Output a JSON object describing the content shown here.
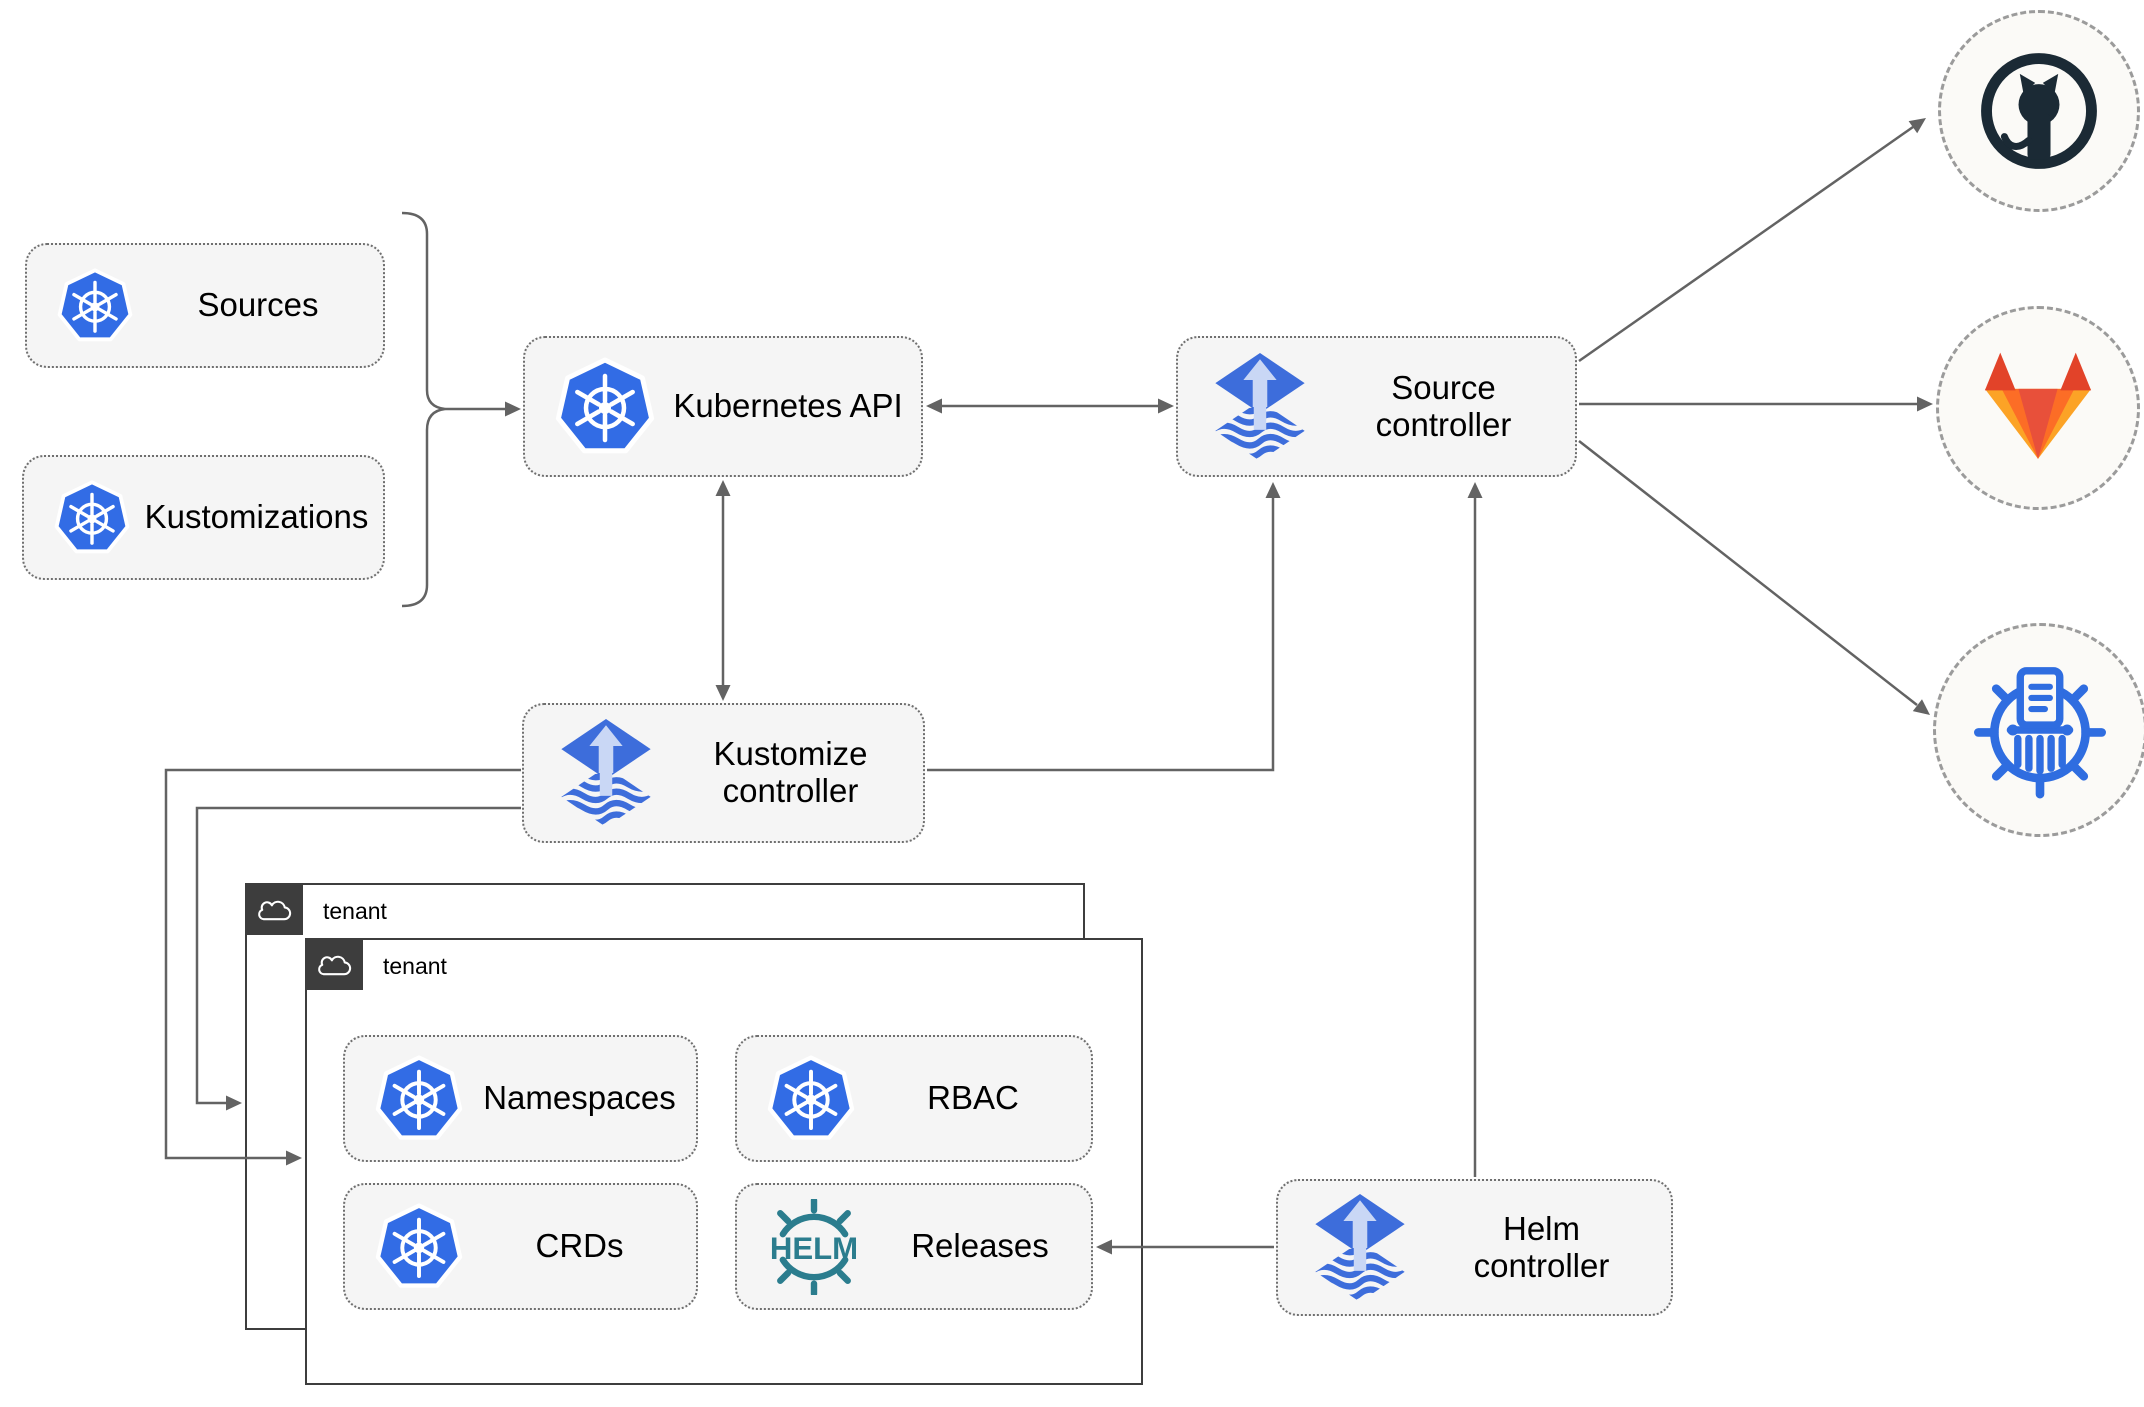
{
  "nodes": {
    "sources": {
      "label": "Sources"
    },
    "kustomizations": {
      "label": "Kustomizations"
    },
    "kubernetes_api": {
      "label": "Kubernetes API"
    },
    "source_controller": {
      "label": "Source controller"
    },
    "kustomize_controller": {
      "label": "Kustomize controller"
    },
    "helm_controller": {
      "label": "Helm controller"
    },
    "namespaces": {
      "label": "Namespaces"
    },
    "rbac": {
      "label": "RBAC"
    },
    "crds": {
      "label": "CRDs"
    },
    "releases": {
      "label": "Releases"
    }
  },
  "tenants": {
    "back": {
      "label": "tenant"
    },
    "front": {
      "label": "tenant"
    }
  },
  "remotes": {
    "github": {
      "icon": "github-octocat"
    },
    "gitlab": {
      "icon": "gitlab-tanuki"
    },
    "chart_repository": {
      "icon": "chartmuseum-wheel"
    }
  },
  "icon_text": {
    "helm": "HELM"
  },
  "edges": [
    {
      "from": "sources-and-kustomizations",
      "to": "kubernetes-api",
      "arrow": "single"
    },
    {
      "from": "kubernetes-api",
      "to": "source-controller",
      "arrow": "double"
    },
    {
      "from": "kubernetes-api",
      "to": "kustomize-controller",
      "arrow": "double"
    },
    {
      "from": "kustomize-controller",
      "to": "source-controller",
      "arrow": "single"
    },
    {
      "from": "helm-controller",
      "to": "source-controller",
      "arrow": "single"
    },
    {
      "from": "source-controller",
      "to": "github",
      "arrow": "single"
    },
    {
      "from": "source-controller",
      "to": "gitlab",
      "arrow": "single"
    },
    {
      "from": "source-controller",
      "to": "chart-repository",
      "arrow": "single"
    },
    {
      "from": "kustomize-controller",
      "to": "tenant-front",
      "arrow": "single"
    },
    {
      "from": "kustomize-controller",
      "to": "tenant-back",
      "arrow": "single"
    },
    {
      "from": "helm-controller",
      "to": "releases",
      "arrow": "single"
    }
  ],
  "colors": {
    "kubernetes_blue": "#326ce5",
    "flux_blue": "#3d6ddb",
    "flux_arrow_light": "#c9d7f5",
    "helm_teal": "#2b7d8e",
    "github_dark": "#1b2a35",
    "gitlab_red": "#e24329",
    "gitlab_orange": "#fc6d26",
    "gitlab_light_orange": "#fca326",
    "chartmuseum_blue": "#2f6de0",
    "connector_gray": "#636363",
    "node_fill": "#f5f5f5",
    "tenant_header": "#3d3d3d",
    "remote_fill": "#fbfaf7"
  }
}
